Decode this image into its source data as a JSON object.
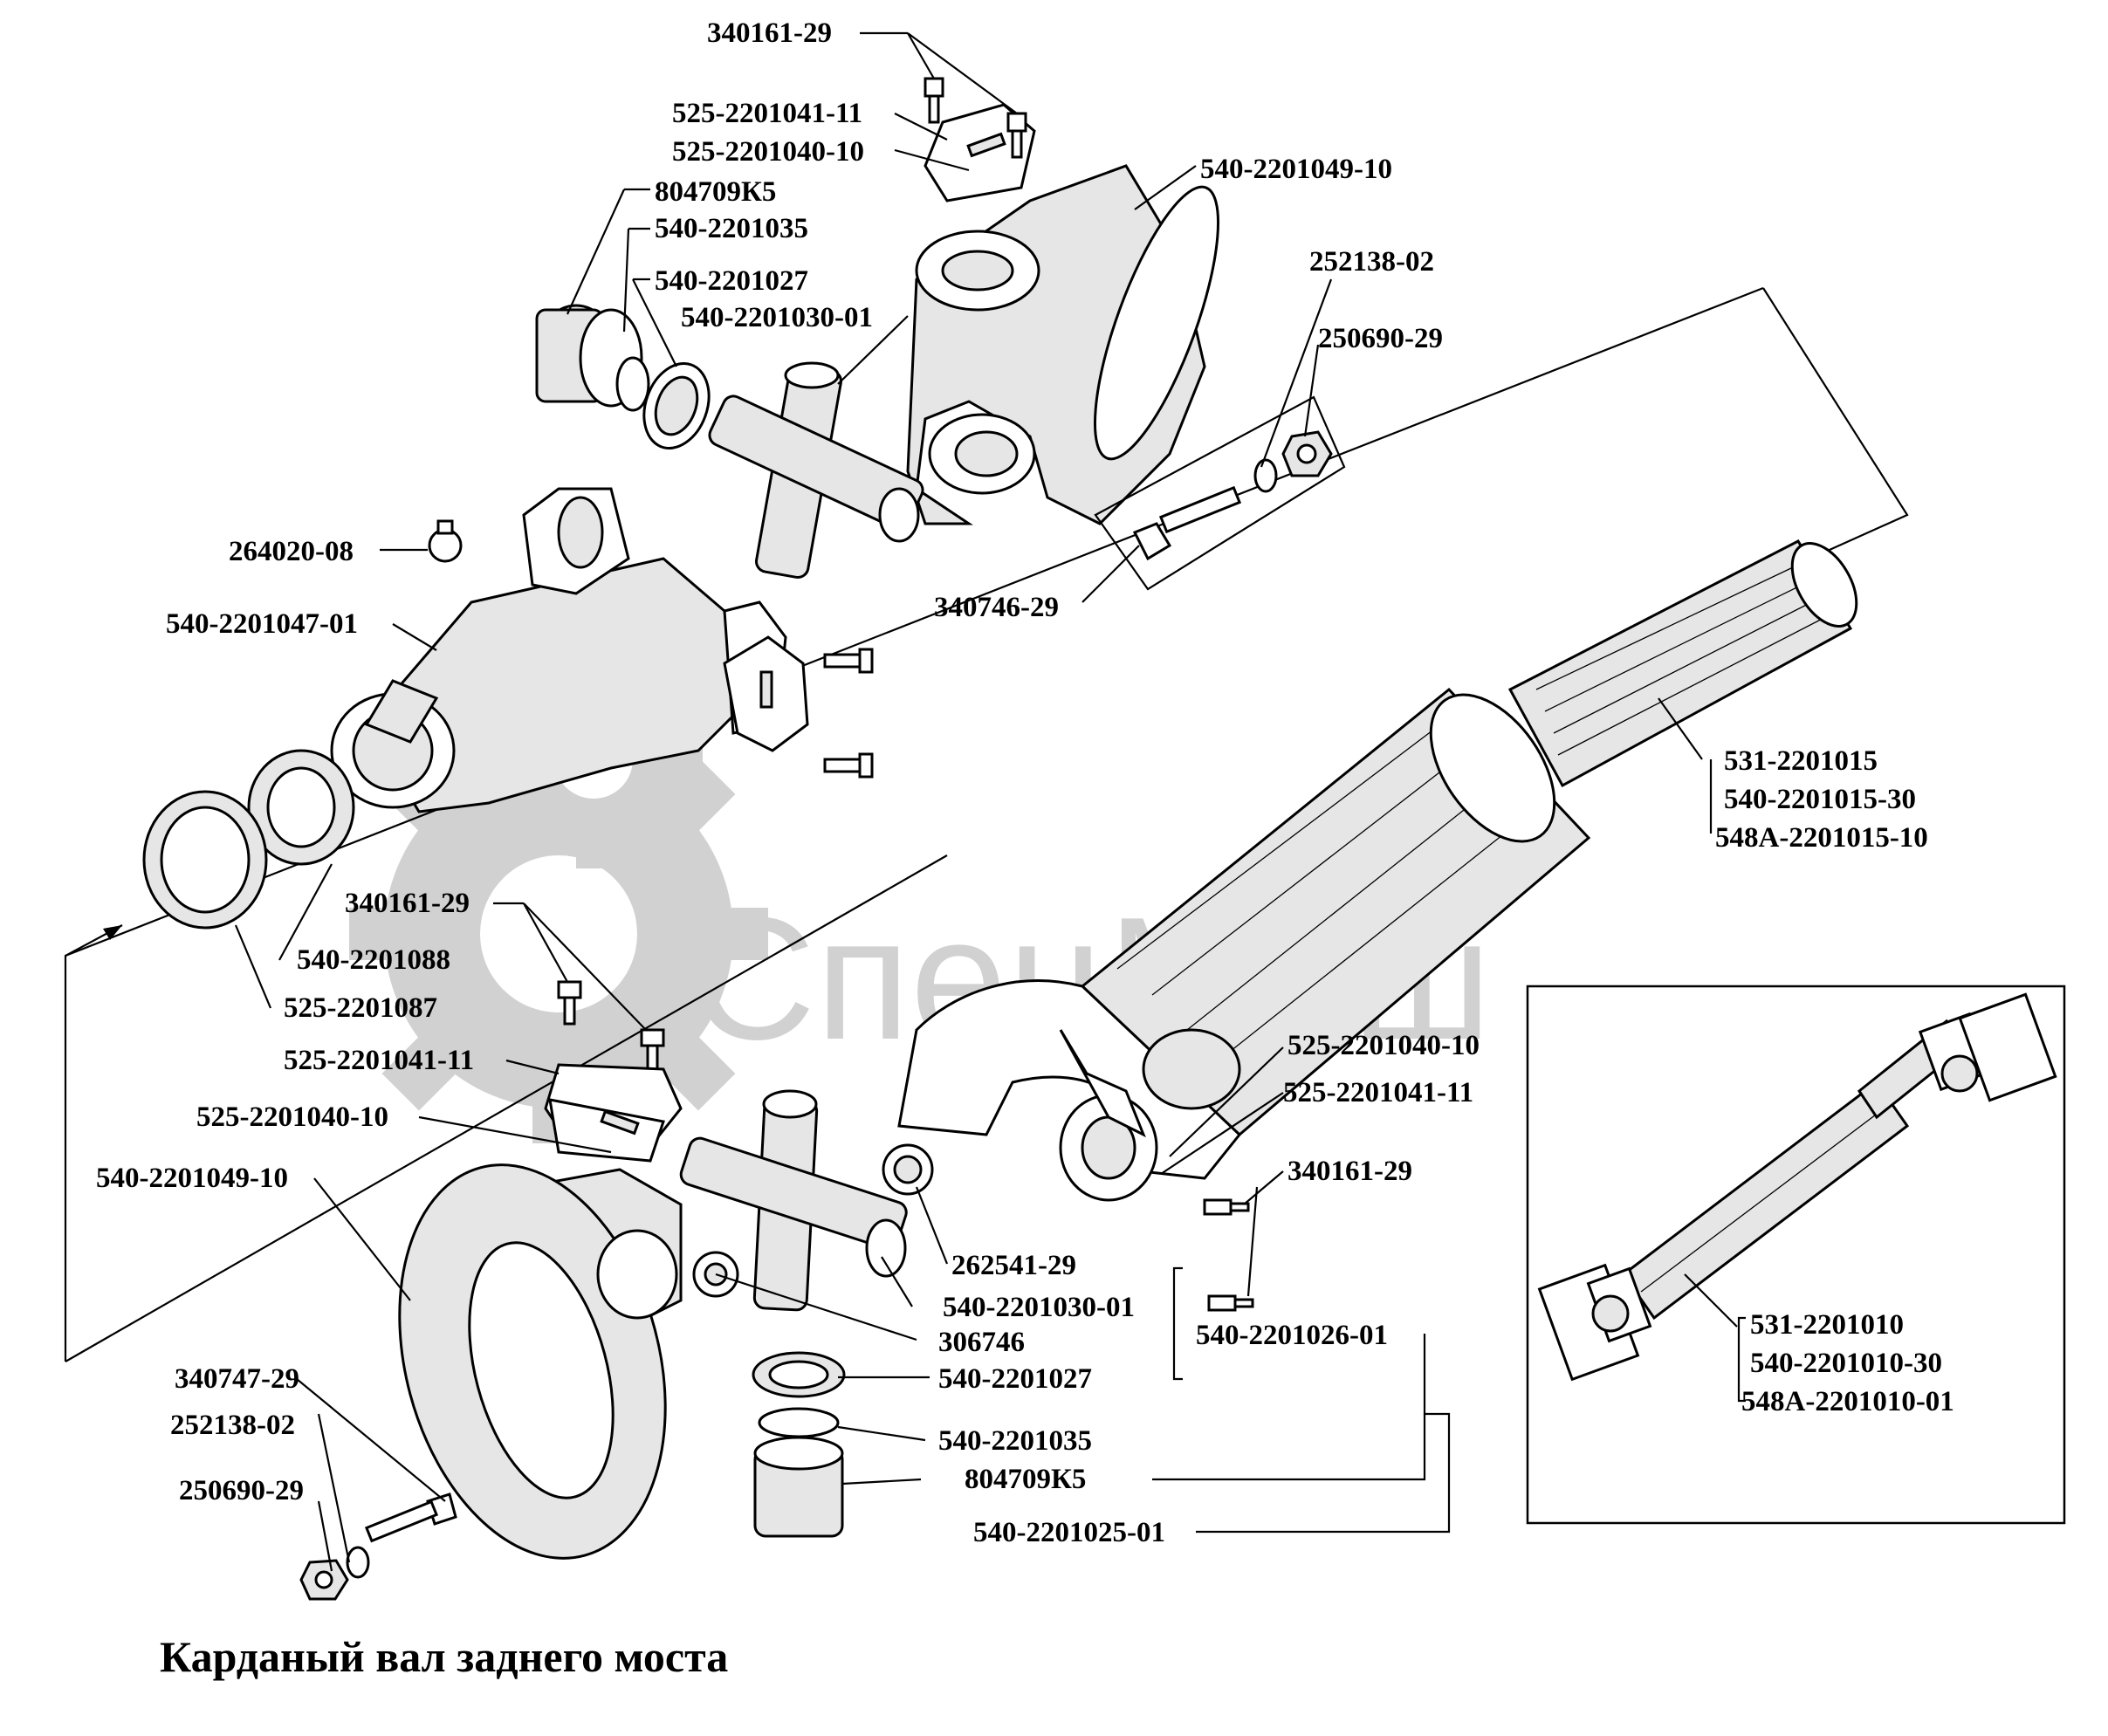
{
  "diagram": {
    "title": "Карданый вал заднего  моста",
    "watermark_text": "СпецМаш",
    "colors": {
      "ink": "#000000",
      "watermark": "#c9c9c9",
      "background": "#ffffff"
    },
    "labels_upper": {
      "l1": "340161-29",
      "l2": "525-2201041-11",
      "l3": "525-2201040-10",
      "l4": "804709К5",
      "l5": "540-2201035",
      "l6": "540-2201027",
      "l7": "540-2201030-01",
      "l8": "540-2201049-10",
      "l9": "252138-02",
      "l10": "250690-29",
      "l11": "264020-08",
      "l12": "540-2201047-01",
      "l13": "340746-29"
    },
    "labels_shaft": {
      "l1": "531-2201015",
      "l2": "540-2201015-30",
      "l3": "548А-2201015-10"
    },
    "labels_middle": {
      "l1": "340161-29",
      "l2": "540-2201088",
      "l3": "525-2201087",
      "l4": "525-2201041-11"
    },
    "labels_lower": {
      "l1": "525-2201040-10",
      "l2": "540-2201049-10",
      "l3": "340747-29",
      "l4": "252138-02",
      "l5": "250690-29",
      "l6": "262541-29",
      "l7": "540-2201030-01",
      "l8": "306746",
      "l9": "540-2201027",
      "l10": "540-2201035",
      "l11": "804709К5",
      "l12": "540-2201025-01",
      "l13": "540-2201026-01",
      "l14": "525-2201040-10",
      "l15": "525-2201041-11",
      "l16": "340161-29"
    },
    "labels_inset": {
      "l1": "531-2201010",
      "l2": "540-2201010-30",
      "l3": "548А-2201010-01"
    }
  }
}
